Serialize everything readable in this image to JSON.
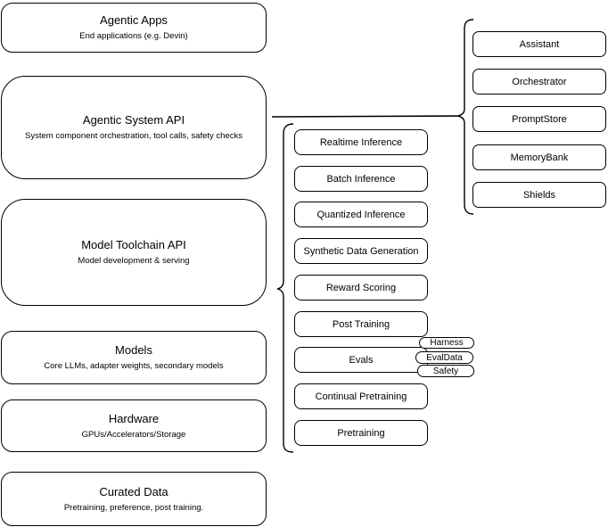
{
  "colors": {
    "border": "#000000",
    "background": "#ffffff",
    "text": "#000000"
  },
  "left_column": [
    {
      "title": "Agentic Apps",
      "subtitle": "End applications (e.g. Devin)"
    },
    {
      "title": "Agentic System API",
      "subtitle": "System component orchestration, tool calls, safety checks"
    },
    {
      "title": "Model Toolchain API",
      "subtitle": "Model development & serving"
    },
    {
      "title": "Models",
      "subtitle": "Core LLMs, adapter weights, secondary models"
    },
    {
      "title": "Hardware",
      "subtitle": "GPUs/Accelerators/Storage"
    },
    {
      "title": "Curated Data",
      "subtitle": "Pretraining, preference, post training."
    }
  ],
  "toolchain_components": [
    "Realtime Inference",
    "Batch Inference",
    "Quantized Inference",
    "Synthetic Data Generation",
    "Reward Scoring",
    "Post Training",
    "Evals",
    "Continual Pretraining",
    "Pretraining"
  ],
  "eval_tags": [
    "Harness",
    "EvalData",
    "Safety"
  ],
  "system_components": [
    "Assistant",
    "Orchestrator",
    "PromptStore",
    "MemoryBank",
    "Shields"
  ]
}
